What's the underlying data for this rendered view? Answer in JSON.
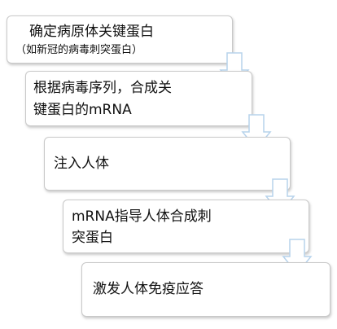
{
  "steps": [
    {
      "line1": "确定病原体关键蛋白",
      "line2": "（如新冠的病毒刺突蛋白）"
    },
    {
      "line1": "根据病毒序列，合成关",
      "line2": "键蛋白的mRNA"
    },
    {
      "line1": "注入人体"
    },
    {
      "line1": "mRNA指导人体合成刺",
      "line2": "突蛋白"
    },
    {
      "line1": "激发人体免疫应答"
    }
  ],
  "colors": {
    "arrow_fill": "#ffffff",
    "arrow_stroke": "#b7d3ec"
  }
}
